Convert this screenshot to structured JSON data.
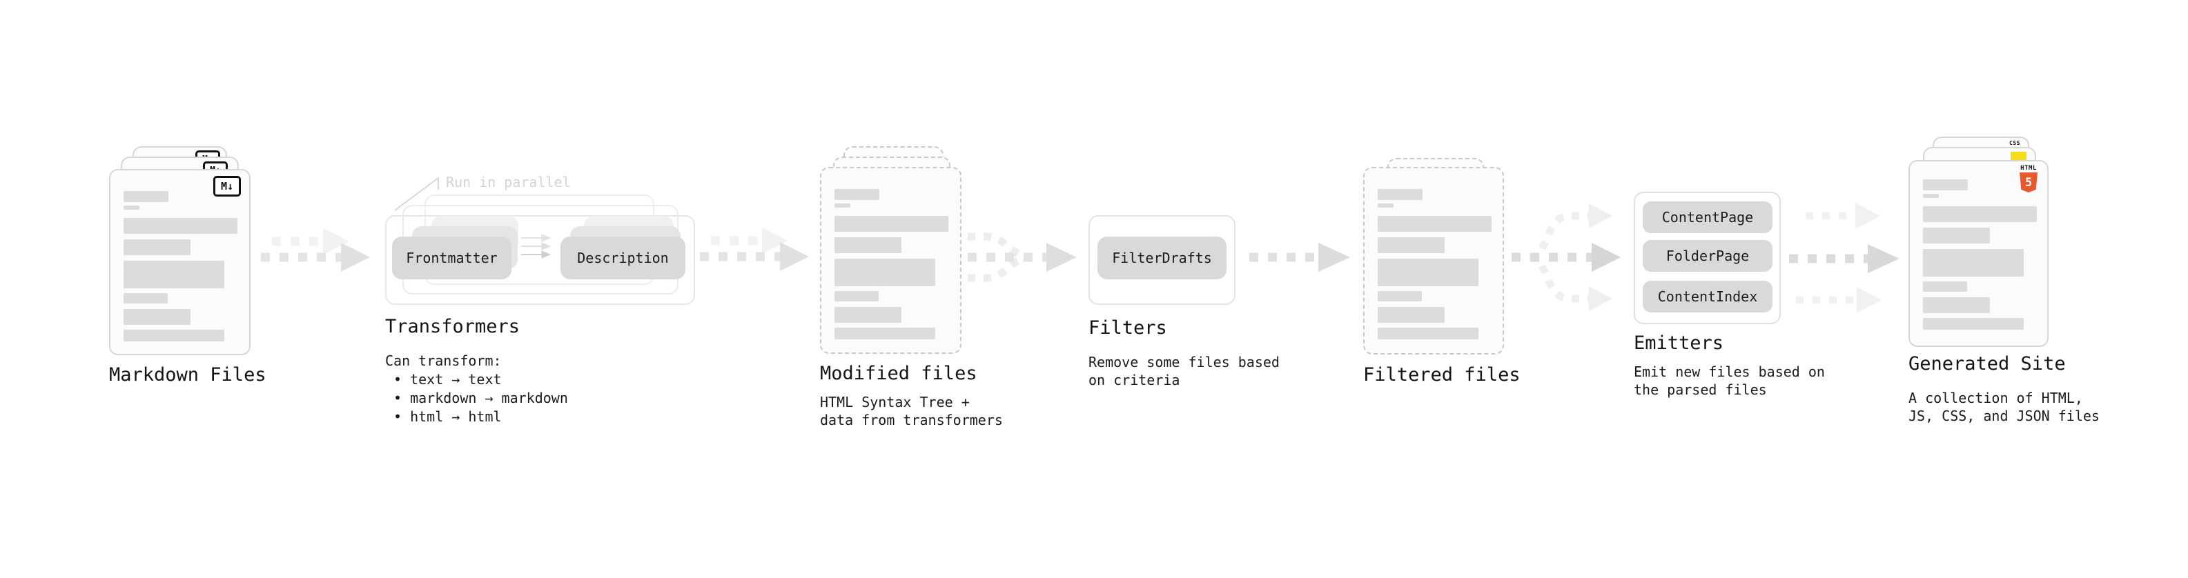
{
  "diagram": {
    "markdown": {
      "label": "Markdown Files",
      "badge": "M↓"
    },
    "transformers": {
      "note": "Run in parallel",
      "chip_left": "Frontmatter",
      "chip_right": "Description",
      "label": "Transformers",
      "desc_title": "Can transform:",
      "bullets": [
        "• text → text",
        "• markdown → markdown",
        "• html → html"
      ]
    },
    "modified": {
      "label": "Modified files",
      "desc": [
        "HTML Syntax Tree +",
        "data from transformers"
      ]
    },
    "filters": {
      "chip": "FilterDrafts",
      "label": "Filters",
      "desc": [
        "Remove some files based",
        "on criteria"
      ]
    },
    "filtered": {
      "label": "Filtered files"
    },
    "emitters": {
      "chips": [
        "ContentPage",
        "FolderPage",
        "ContentIndex"
      ],
      "label": "Emitters",
      "desc": [
        "Emit new files based on",
        "the parsed files"
      ]
    },
    "generated": {
      "label": "Generated Site",
      "desc": [
        "A collection of HTML,",
        "JS, CSS, and JSON files"
      ],
      "badges": {
        "css": "CSS",
        "html_word": "HTML",
        "html_number": "5"
      }
    }
  },
  "colors": {
    "chip_gray": "#d9d9d9",
    "skeleton_gray": "#dcdcdc",
    "arrow_gray": "#e2e2e2",
    "arrow_ghost": "#f2f2f2",
    "card_border": "#d7d7d7",
    "dashed_border": "#c9c9c9",
    "frame_border": "#e7e7e7",
    "note_gray": "#d4d4d4",
    "html5_orange": "#e8582c",
    "js_yellow": "#f5de19",
    "css_blue": "#2d53e5",
    "md_badge_black": "#111111"
  }
}
